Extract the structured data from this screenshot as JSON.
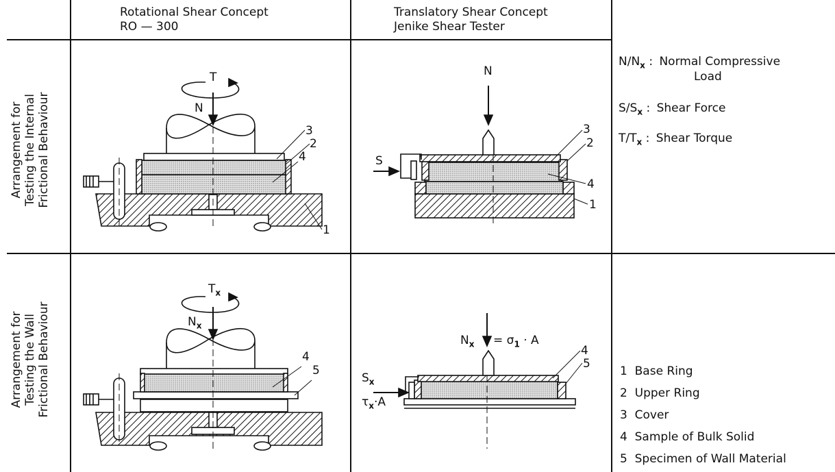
{
  "columns": {
    "rotational": {
      "line1": "Rotational Shear Concept",
      "line2": "RO  —  300"
    },
    "translatory": {
      "line1": "Translatory Shear Concept",
      "line2": "Jenike Shear Tester"
    }
  },
  "rows": {
    "internal": {
      "line1": "Arrangement for",
      "line2": "Testing the Internal",
      "line3": "Frictional Behaviour"
    },
    "wall": {
      "line1": "Arrangement for",
      "line2": "Testing the Wall",
      "line3": "Frictional Behaviour"
    }
  },
  "symbols": [
    {
      "key": "N/N",
      "sub": "x",
      "sep": " :",
      "desc1": "Normal Compressive",
      "desc2": "Load"
    },
    {
      "key": "S/S",
      "sub": "x",
      "sep": " :",
      "desc1": "Shear Force",
      "desc2": ""
    },
    {
      "key": "T/T",
      "sub": "x",
      "sep": " :",
      "desc1": "Shear Torque",
      "desc2": ""
    }
  ],
  "parts": [
    {
      "num": "1",
      "name": "Base Ring"
    },
    {
      "num": "2",
      "name": "Upper Ring"
    },
    {
      "num": "3",
      "name": "Cover"
    },
    {
      "num": "4",
      "name": "Sample of Bulk Solid"
    },
    {
      "num": "5",
      "name": "Specimen of Wall Material"
    }
  ],
  "diagram_labels": {
    "torque": "T",
    "normal": "N",
    "torque_x": "T",
    "normal_x": "N",
    "sub_x": "x",
    "shear": "S",
    "shear_x": "S",
    "tau": "τ",
    "tau_suffix": "·A",
    "sigma_eq": "= σ",
    "sigma_sub": "1",
    "sigma_suffix": " · A",
    "n1": "1",
    "n2": "2",
    "n3": "3",
    "n4": "4",
    "n5": "5"
  }
}
